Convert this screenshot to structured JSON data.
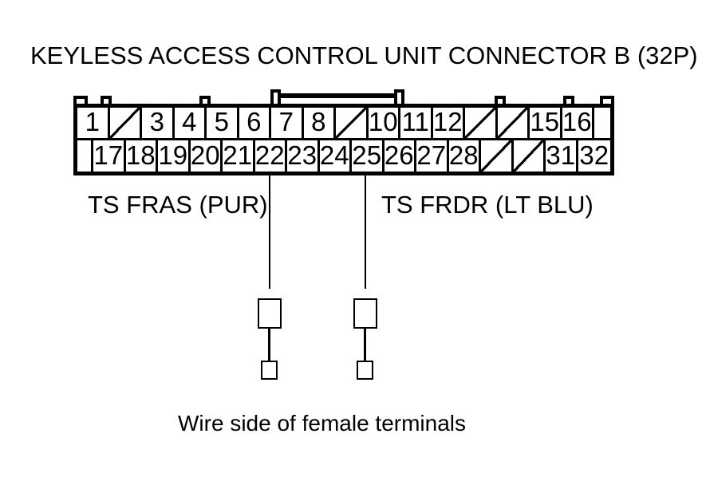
{
  "title": "KEYLESS ACCESS CONTROL UNIT CONNECTOR B (32P)",
  "connector": {
    "description": "32-pin connector, wire side view, two staggered pin rows",
    "rows": [
      {
        "cells": [
          {
            "label": "1",
            "slashed": false
          },
          {
            "label": "",
            "slashed": true
          },
          {
            "label": "3",
            "slashed": false
          },
          {
            "label": "4",
            "slashed": false
          },
          {
            "label": "5",
            "slashed": false
          },
          {
            "label": "6",
            "slashed": false
          },
          {
            "label": "7",
            "slashed": false
          },
          {
            "label": "8",
            "slashed": false
          },
          {
            "label": "",
            "slashed": true
          },
          {
            "label": "10",
            "slashed": false
          },
          {
            "label": "11",
            "slashed": false
          },
          {
            "label": "12",
            "slashed": false
          },
          {
            "label": "",
            "slashed": true
          },
          {
            "label": "",
            "slashed": true
          },
          {
            "label": "15",
            "slashed": false
          },
          {
            "label": "16",
            "slashed": false
          }
        ]
      },
      {
        "cells": [
          {
            "label": "17",
            "slashed": false
          },
          {
            "label": "18",
            "slashed": false
          },
          {
            "label": "19",
            "slashed": false
          },
          {
            "label": "20",
            "slashed": false
          },
          {
            "label": "21",
            "slashed": false
          },
          {
            "label": "22",
            "slashed": false
          },
          {
            "label": "23",
            "slashed": false
          },
          {
            "label": "24",
            "slashed": false
          },
          {
            "label": "25",
            "slashed": false
          },
          {
            "label": "26",
            "slashed": false
          },
          {
            "label": "27",
            "slashed": false
          },
          {
            "label": "28",
            "slashed": false
          },
          {
            "label": "",
            "slashed": true
          },
          {
            "label": "",
            "slashed": true
          },
          {
            "label": "31",
            "slashed": false
          },
          {
            "label": "32",
            "slashed": false
          }
        ]
      }
    ]
  },
  "wires": [
    {
      "pin": "22",
      "label": "TS FRAS (PUR)"
    },
    {
      "pin": "25",
      "label": "TS FRDR (LT BLU)"
    }
  ],
  "caption": "Wire side of female terminals",
  "colors": {
    "line": "#000000",
    "background": "#ffffff"
  }
}
